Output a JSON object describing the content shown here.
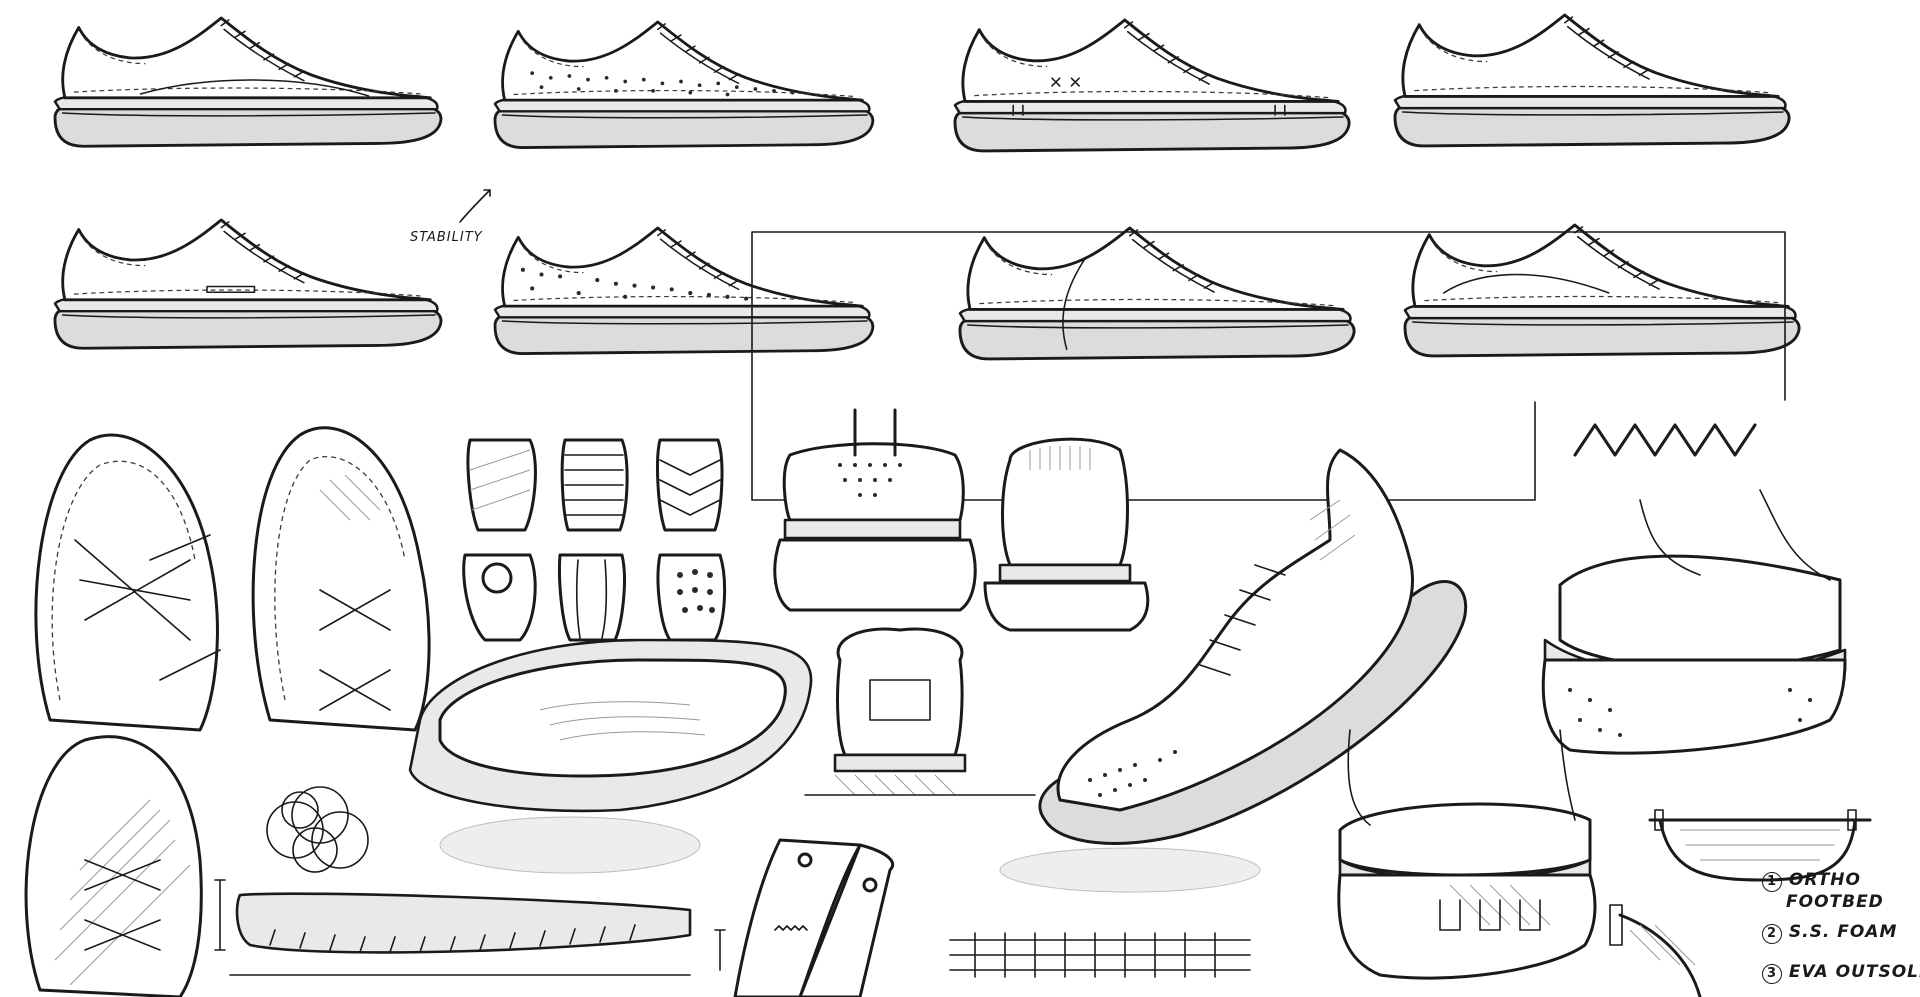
{
  "annotations": {
    "stability": "STABILITY",
    "legend": [
      {
        "number": "1",
        "line1": "ORTHO",
        "line2": "FOOTBED"
      },
      {
        "number": "2",
        "line1": "S.S. FOAM",
        "line2": ""
      },
      {
        "number": "3",
        "line1": "EVA OUTSOLE",
        "line2": ""
      }
    ]
  },
  "palette": {
    "ink": "#1a1a1a",
    "sole_tone": "#dcdcdc",
    "paper": "#ffffff"
  }
}
